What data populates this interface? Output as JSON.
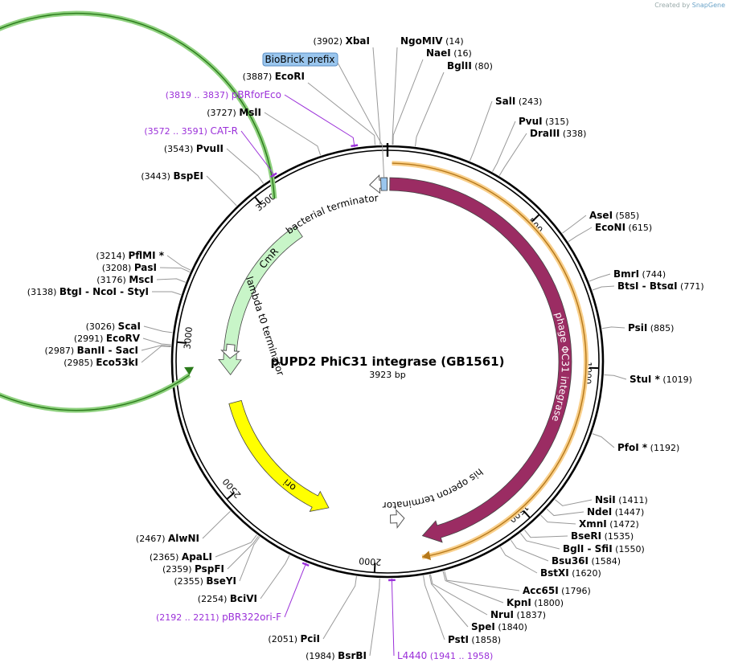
{
  "plasmid": {
    "name": "pUPD2 PhiC31 integrase (GB1561)",
    "length_label": "3923 bp",
    "total_bp": 3923
  },
  "credit": {
    "prefix": "Created by",
    "brand": "SnapGene"
  },
  "ruler_ticks": [
    {
      "bp": 500,
      "label": "500"
    },
    {
      "bp": 1000,
      "label": "1000"
    },
    {
      "bp": 1500,
      "label": "1500"
    },
    {
      "bp": 2000,
      "label": "2000"
    },
    {
      "bp": 2500,
      "label": "2500"
    },
    {
      "bp": 3000,
      "label": "3000"
    },
    {
      "bp": 3500,
      "label": "3500"
    }
  ],
  "features": [
    {
      "name": "phage ΦC31 integrase",
      "start": 8,
      "end": 1838,
      "strand": 1,
      "color": "#9b2c63",
      "text_color": "#ffffff"
    },
    {
      "name": "CmR",
      "start": 2890,
      "end": 3550,
      "strand": -1,
      "color": "#c8f5c8",
      "text_color": "#000000"
    },
    {
      "name": "ori",
      "start": 2200,
      "end": 2780,
      "strand": -1,
      "color": "#ffff00",
      "text_color": "#000000"
    },
    {
      "name": "bacterial terminator",
      "start": 3860,
      "end": 3895,
      "strand": -1,
      "color": "#ffffff",
      "text_color": "#000000"
    },
    {
      "name": "lambda t0 terminator",
      "start": 2955,
      "end": 2985,
      "strand": -1,
      "color": "#ffffff",
      "text_color": "#000000"
    },
    {
      "name": "his operon terminator",
      "start": 1895,
      "end": 1925,
      "strand": -1,
      "color": "#ffffff",
      "text_color": "#000000"
    },
    {
      "name": "BioBrick prefix",
      "start": 3900,
      "end": 3922,
      "strand": 0,
      "color": "#9ac6ee",
      "text_color": "#000000"
    }
  ],
  "outer_arcs": [
    {
      "start": 14,
      "end": 1852,
      "strand": 1,
      "color": "#f9cf8a"
    },
    {
      "start": 2900,
      "end": 3545,
      "strand": -1,
      "color": "#8fd17f"
    }
  ],
  "sites": [
    {
      "name": "XbaI",
      "pos": "(3902)",
      "bp": 3902
    },
    {
      "name": "NgoMIV",
      "pos": "(14)",
      "bp": 14
    },
    {
      "name": "NaeI",
      "pos": "(16)",
      "bp": 16
    },
    {
      "name": "BglII",
      "pos": "(80)",
      "bp": 80
    },
    {
      "name": "SalI",
      "pos": "(243)",
      "bp": 243
    },
    {
      "name": "PvuI",
      "pos": "(315)",
      "bp": 315
    },
    {
      "name": "DraIII",
      "pos": "(338)",
      "bp": 338
    },
    {
      "name": "AseI",
      "pos": "(585)",
      "bp": 585
    },
    {
      "name": "EcoNI",
      "pos": "(615)",
      "bp": 615
    },
    {
      "name": "BmrI",
      "pos": "(744)",
      "bp": 744
    },
    {
      "name": "BtsI - BtsαI",
      "pos": "(771)",
      "bp": 771
    },
    {
      "name": "PsiI",
      "pos": "(885)",
      "bp": 885
    },
    {
      "name": "StuI *",
      "pos": "(1019)",
      "bp": 1019
    },
    {
      "name": "PfoI *",
      "pos": "(1192)",
      "bp": 1192
    },
    {
      "name": "NsiI",
      "pos": "(1411)",
      "bp": 1411
    },
    {
      "name": "NdeI",
      "pos": "(1447)",
      "bp": 1447
    },
    {
      "name": "XmnI",
      "pos": "(1472)",
      "bp": 1472
    },
    {
      "name": "BseRI",
      "pos": "(1535)",
      "bp": 1535
    },
    {
      "name": "BglI - SfiI",
      "pos": "(1550)",
      "bp": 1550
    },
    {
      "name": "Bsu36I",
      "pos": "(1584)",
      "bp": 1584
    },
    {
      "name": "BstXI",
      "pos": "(1620)",
      "bp": 1620
    },
    {
      "name": "Acc65I",
      "pos": "(1796)",
      "bp": 1796
    },
    {
      "name": "KpnI",
      "pos": "(1800)",
      "bp": 1800
    },
    {
      "name": "NruI",
      "pos": "(1837)",
      "bp": 1837
    },
    {
      "name": "SpeI",
      "pos": "(1840)",
      "bp": 1840
    },
    {
      "name": "PstI",
      "pos": "(1858)",
      "bp": 1858
    },
    {
      "name": "BsrBI",
      "pos": "(1984)",
      "bp": 1984
    },
    {
      "name": "PciI",
      "pos": "(2051)",
      "bp": 2051
    },
    {
      "name": "BciVI",
      "pos": "(2254)",
      "bp": 2254
    },
    {
      "name": "BseYI",
      "pos": "(2355)",
      "bp": 2355
    },
    {
      "name": "PspFI",
      "pos": "(2359)",
      "bp": 2359
    },
    {
      "name": "ApaLI",
      "pos": "(2365)",
      "bp": 2365
    },
    {
      "name": "AlwNI",
      "pos": "(2467)",
      "bp": 2467
    },
    {
      "name": "Eco53kI",
      "pos": "(2985)",
      "bp": 2985
    },
    {
      "name": "BanII - SacI",
      "pos": "(2987)",
      "bp": 2987
    },
    {
      "name": "EcoRV",
      "pos": "(2991)",
      "bp": 2991
    },
    {
      "name": "ScaI",
      "pos": "(3026)",
      "bp": 3026
    },
    {
      "name": "BtgI - NcoI - StyI",
      "pos": "(3138)",
      "bp": 3138
    },
    {
      "name": "MscI",
      "pos": "(3176)",
      "bp": 3176
    },
    {
      "name": "PasI",
      "pos": "(3208)",
      "bp": 3208
    },
    {
      "name": "PflMI *",
      "pos": "(3214)",
      "bp": 3214
    },
    {
      "name": "BspEI",
      "pos": "(3443)",
      "bp": 3443
    },
    {
      "name": "PvuII",
      "pos": "(3543)",
      "bp": 3543
    },
    {
      "name": "MslI",
      "pos": "(3727)",
      "bp": 3727
    },
    {
      "name": "EcoRI",
      "pos": "(3887)",
      "bp": 3887
    }
  ],
  "primers": [
    {
      "name": "pBRforEco",
      "pos": "(3819 .. 3837)",
      "bp": 3828,
      "color": "#9b30d9"
    },
    {
      "name": "CAT-R",
      "pos": "(3572 .. 3591)",
      "bp": 3581,
      "color": "#9b30d9"
    },
    {
      "name": "pBR322ori-F",
      "pos": "(2192 .. 2211)",
      "bp": 2201,
      "color": "#9b30d9"
    },
    {
      "name": "L4440",
      "pos": "(1941 .. 1958)",
      "bp": 1949,
      "color": "#9b30d9"
    }
  ],
  "biobrick": {
    "label": "BioBrick prefix",
    "bp": 3911
  },
  "colors": {
    "backbone": "#000000",
    "leader_line": "#999999",
    "primer": "#9b30d9",
    "integrase": "#9b2c63",
    "cmr": "#c8f5c8",
    "cmr_outline": "#2a7a1a",
    "ori": "#ffff00",
    "integrase_outer": "#f9cf8a",
    "biobrick": "#9ac6ee"
  }
}
